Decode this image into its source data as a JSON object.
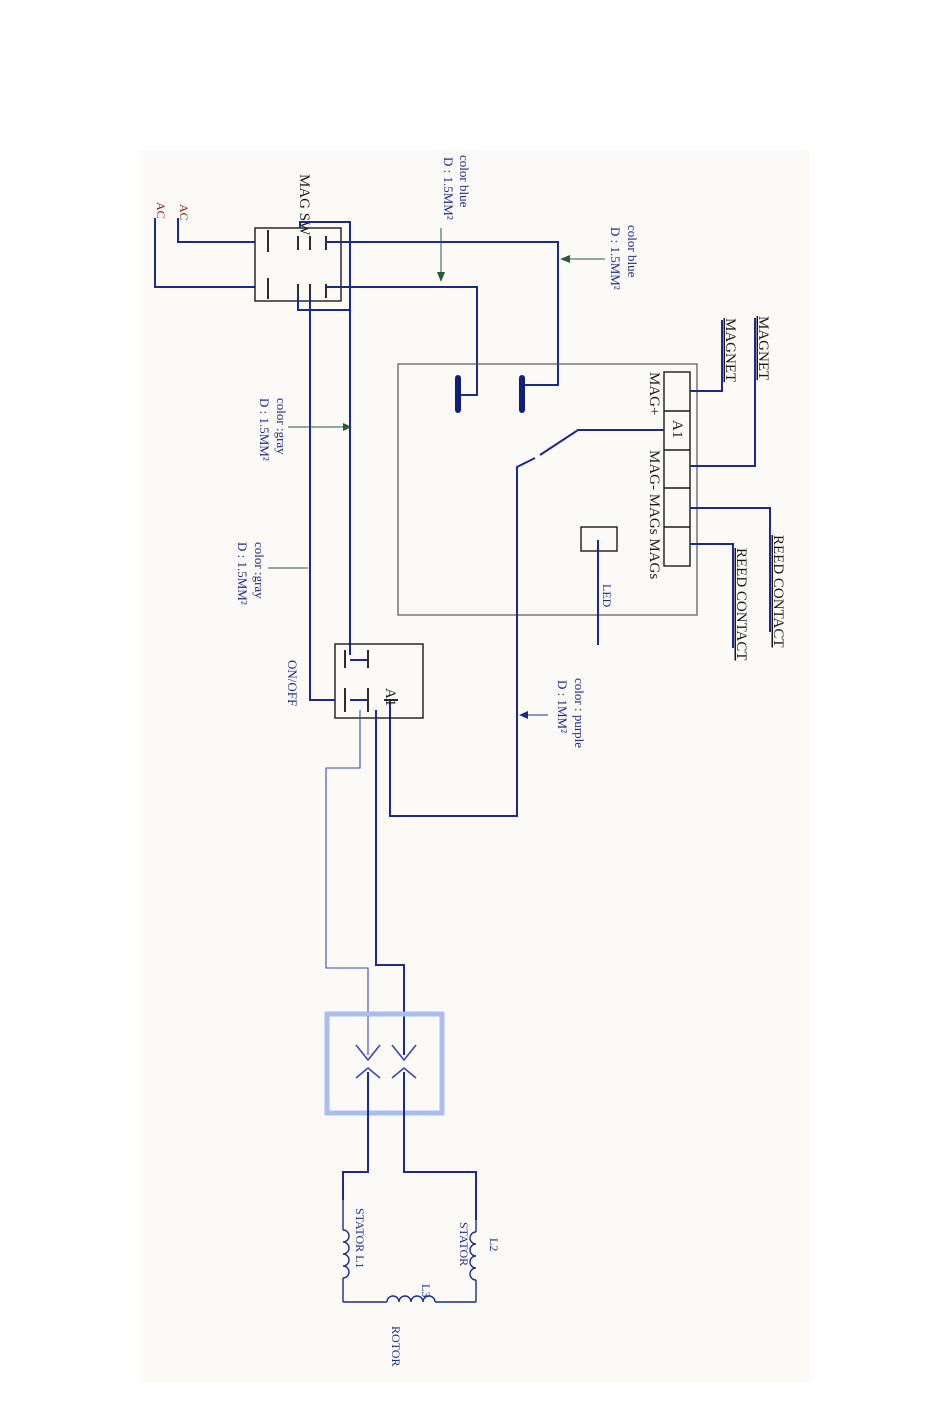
{
  "labels": {
    "ac_top": "AC",
    "ac_bottom": "AC",
    "mag_sw": "MAG SW",
    "on_off": "ON/OFF",
    "a1_switch": "A1",
    "a1_box": "A1",
    "mag_plus": "MAG+",
    "mag_minus_row": "MAG- MAGs MAGs",
    "led": "LED",
    "magnet_1": "MAGNET",
    "magnet_2": "MAGNET",
    "reed_contact_1": "REED CONTACT",
    "reed_contact_2": "REED CONTACT",
    "stator_l1": "STATOR  L1",
    "stator_l2_a": "L2",
    "stator_l2_b": "STATOR",
    "l3": "L3",
    "rotor": "ROTOR"
  },
  "wire_notes": {
    "blue_1": {
      "color": "color blue",
      "size": "D : 1.5MM²"
    },
    "blue_2": {
      "color": "color blue",
      "size": "D : 1.5MM²"
    },
    "gray_1": {
      "color": "color :gray",
      "size": "D : 1.5MM²"
    },
    "gray_2": {
      "color": "color :gray",
      "size": "D : 1.5MM²"
    },
    "purple": {
      "color": "color : purple",
      "size": "D : 1MM²"
    }
  },
  "colors": {
    "wire": "#1b2a8f",
    "connector_highlight": "#a9bdf0",
    "background": "#fcfaf6"
  }
}
